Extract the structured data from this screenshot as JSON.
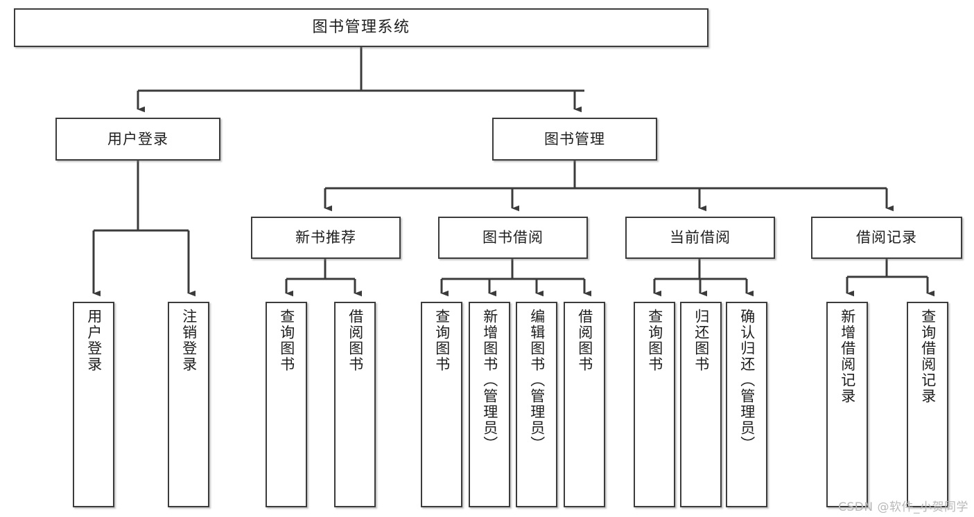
{
  "diagram": {
    "title": "图书管理系统",
    "watermark": "CSDN @软件_小贺同学",
    "line_color": "#3b3b3b",
    "box_fill": "#ffffff",
    "text_color": "#1d1d1d",
    "watermark_color": "#b9b9b9"
  },
  "nodes": {
    "root": {
      "label": "图书管理系统"
    },
    "level2": [
      {
        "label": "用户登录"
      },
      {
        "label": "图书管理"
      }
    ],
    "level3": [
      {
        "label": "新书推荐"
      },
      {
        "label": "图书借阅"
      },
      {
        "label": "当前借阅"
      },
      {
        "label": "借阅记录"
      }
    ],
    "leaves": {
      "user_login": [
        {
          "label": "用户登录"
        },
        {
          "label": "注销登录"
        }
      ],
      "new_book_rec": [
        {
          "label": "查询图书"
        },
        {
          "label": "借阅图书"
        }
      ],
      "book_borrow": [
        {
          "label": "查询图书"
        },
        {
          "label": "新增图书（管理员）"
        },
        {
          "label": "编辑图书（管理员）"
        },
        {
          "label": "借阅图书"
        }
      ],
      "current_borrow": [
        {
          "label": "查询图书"
        },
        {
          "label": "归还图书"
        },
        {
          "label": "确认归还（管理员）"
        }
      ],
      "borrow_record": [
        {
          "label": "新增借阅记录"
        },
        {
          "label": "查询借阅记录"
        }
      ]
    }
  }
}
